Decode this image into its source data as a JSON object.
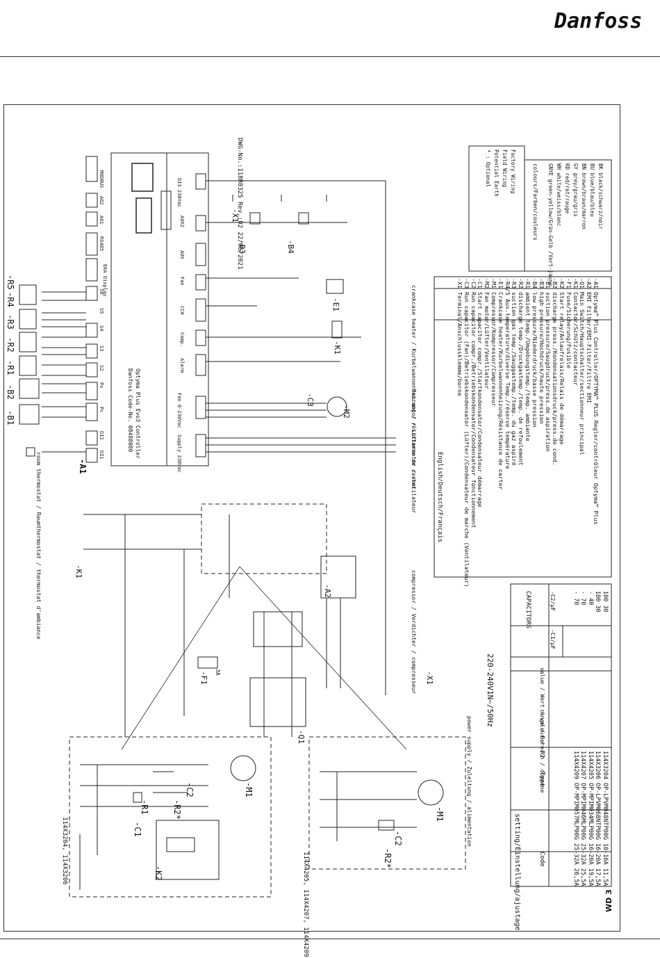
{
  "header": {
    "brand": "Danfoss",
    "page_id": "WD 3"
  },
  "drawing": {
    "dwg": "DWG-No.:118R0325  Rev.:02 22/06/2021"
  },
  "controller": {
    "tag": "-A1",
    "name": "Optyma Plus Evo3 Controller",
    "code": "Danfoss Code-No. 08488080",
    "supply": "Supply 230Vac",
    "fan": "Fan 0-230Vac",
    "alarm": "Alarm",
    "comp": "Comp.",
    "cch": "CCH",
    "fan_out": "Fan",
    "aux": "AUX",
    "aux2": "AUX2",
    "di3": "DI3 230Vac",
    "di1": "DI1",
    "di2": "DI2",
    "pc": "Pc",
    "ps": "Ps",
    "s2": "S2",
    "s3": "S3",
    "s4": "S4",
    "s5": "S5",
    "s6": "S6",
    "eka": "EKA Display",
    "rs485": "RS485",
    "ao1": "AO1",
    "ao2": "AO2",
    "modbus": "MODBUS"
  },
  "components": {
    "b1": "-B1",
    "b2": "-B2",
    "r1": "-R1",
    "r2": "-R2",
    "r3": "-R3",
    "r4": "-R4",
    "r5": "-R5",
    "x1": "-X1",
    "b3": "-B3",
    "b4": "-B4",
    "e1": "-E1",
    "k1": "-K1",
    "m2": "-M2",
    "c3": "-C3",
    "a2": "-A2",
    "f1": "-F1",
    "q1": "-Q1",
    "k2": "-K2",
    "m1": "-M1",
    "c1": "-C1",
    "c2": "-C2",
    "r1b": "-R1",
    "r2b": "-R2*",
    "fuse_rating": "3A",
    "room_thermostat": "room thermostat / Raumthermostat / thermostat d'ambiance",
    "crankcase": "crankcase heater / Kurbelwannenheizung / résistance de carter",
    "fan_motor": "fan motor / Lüftermotor / ventilateur",
    "compressor": "compressor / Verdichter / compresseur",
    "power_supply": "power supply / Zuleitung / alimentation",
    "voltage": "220-240V1N~/50Hz",
    "variant_a": "114X3204, 114X3206",
    "variant_b": "114X4205, 114X4207, 114X4209"
  },
  "legend": {
    "title": "English/Deutsch/Français",
    "rows": [
      [
        "-A1",
        "Optyma™ Plus Controller/OPTYMA™ PLUS Regler/contrôleur Optyma™ Plus"
      ],
      [
        "-A2",
        "EMI Filter/EMI-Filter/Filtre EMI"
      ],
      [
        "-Q1",
        "Main Switch/Hauptschalter/sectionneur principal"
      ],
      [
        "-K1",
        "Contactor/Schütz/contacteur"
      ],
      [
        "-F1",
        "Fuse/Sicherung/Fusible"
      ],
      [
        "-K2",
        "Start relay/Anlaufrelais/Relais de démarrage"
      ],
      [
        "-B2",
        "discharge press./Kondensationsdruck/press.de cond."
      ],
      [
        "-B1",
        "suction pressure/Saugdruck/press.de aspiration"
      ],
      [
        "-B3",
        "high pressure/Hochdruck/haute pression"
      ],
      [
        "-B4",
        "low pressure/Niederdruck/basse pression"
      ],
      [
        "-R1",
        "ambient temp./Umgebungstemp./temp. ambiante"
      ],
      [
        "-R2",
        "discharge temp./Druckgastemp./temp. de refoulement"
      ],
      [
        "-R3",
        "suction gas temp./Sauggastemp./temp. du gaz aspiré"
      ],
      [
        "-R4/5",
        "Aux.temperature/diverse Temp./réserve température"
      ],
      [
        "-E1",
        "Crankcase heater/Kurbelwannenheizung/Résistance de carter"
      ],
      [
        "-M1",
        "Compressor/Kompressor/Compresseur"
      ],
      [
        "-M2",
        "Fan motor/Lüfter/Ventilateur"
      ],
      [
        "-C1",
        "Start capacitor compr./Startkondensator/Condensateur démarrage"
      ],
      [
        "-C2",
        "Run capacitor compr./Betriebskondensator/Condensateur fonctionnement"
      ],
      [
        "-C3",
        "Run capacitor (Fan)/Betriebskondensator (Lüfter)/Condensateur de marche (Ventilateur)"
      ],
      [
        "-X1",
        "Terminal/Anschlussklemme/borne"
      ]
    ]
  },
  "wiring_key": {
    "factory": "Factory Wiring",
    "field": "Field Wiring",
    "earth": "Potential Earth",
    "optional": "* : Optional"
  },
  "colours": {
    "title": "colours/Farben/couleurs",
    "rows": [
      [
        "BK",
        "black/schwarz/noir"
      ],
      [
        "BU",
        "blue/blau/bleu"
      ],
      [
        "BN",
        "brown/braun/marron"
      ],
      [
        "GY",
        "grey/grau/gris"
      ],
      [
        "RD",
        "red/rot/rouge"
      ],
      [
        "WH",
        "white/weiss/blanc"
      ],
      [
        "GNYE",
        "green-yellow/Grün-Gelb /Vert-jaune"
      ]
    ]
  },
  "settings_table": {
    "title": "setting/Einstellung/ajustage",
    "headers": [
      "Code",
      "Type",
      "range / Bereich / domaine",
      "value / Wert / valeur / -F2"
    ],
    "rows": [
      [
        "114X3204",
        "OP-LPVM048NTP00G",
        "10-16A",
        "11,5A"
      ],
      [
        "114X3206",
        "OP-LPVM068NTP00G",
        "16-20A",
        "17,5A"
      ],
      [
        "114X4205",
        "OP-MPIM034MLP00G",
        "16-20A",
        "19,5A"
      ],
      [
        "114X4207",
        "OP-MPIM046MLP00G",
        "25-32A",
        "25,5A"
      ],
      [
        "114X4209",
        "OP-MPIM057MLP00G",
        "25-32A",
        "26,5A"
      ]
    ]
  },
  "capacitors_table": {
    "title": "CAPACITORS",
    "headers": [
      "-C1/µF",
      "-C2/µF"
    ],
    "rows": [
      [
        "100",
        "30"
      ],
      [
        "100",
        "30"
      ],
      [
        "-",
        "40"
      ],
      [
        "-",
        "70"
      ],
      [
        "-",
        "70"
      ]
    ]
  }
}
